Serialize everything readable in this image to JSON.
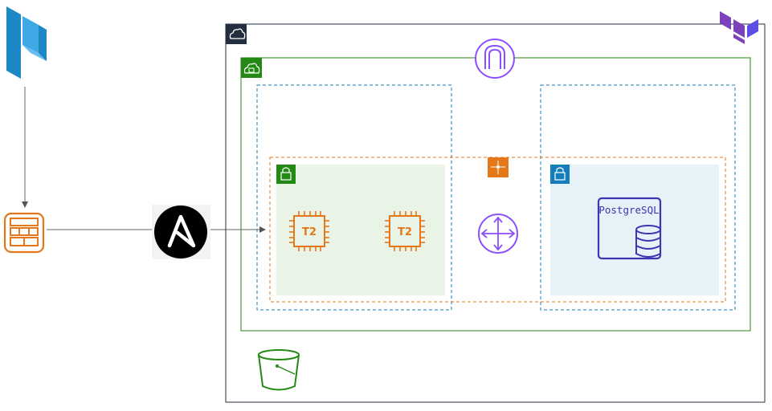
{
  "diagram": {
    "nodes": [
      {
        "id": "packer",
        "icon": "packer-icon"
      },
      {
        "id": "ami",
        "icon": "ami-image-icon"
      },
      {
        "id": "ansible",
        "icon": "ansible-icon"
      },
      {
        "id": "terraform",
        "icon": "terraform-icon"
      },
      {
        "id": "aws-cloud",
        "icon": "aws-cloud-icon"
      },
      {
        "id": "vpc",
        "icon": "vpc-icon"
      },
      {
        "id": "internet-gateway",
        "icon": "internet-gateway-icon"
      },
      {
        "id": "public-subnet",
        "icon": "public-subnet-lock-icon"
      },
      {
        "id": "private-subnet",
        "icon": "private-subnet-lock-icon"
      },
      {
        "id": "security-group",
        "icon": "security-group-icon"
      },
      {
        "id": "ec2-instance-1",
        "icon": "ec2-t2-chip-icon",
        "label": "T2"
      },
      {
        "id": "ec2-instance-2",
        "icon": "ec2-t2-chip-icon",
        "label": "T2"
      },
      {
        "id": "elastic-load-balancer",
        "icon": "load-balancer-icon"
      },
      {
        "id": "rds-postgresql",
        "icon": "rds-postgresql-icon",
        "label": "PostgreSQL"
      },
      {
        "id": "s3-bucket",
        "icon": "s3-bucket-icon"
      }
    ],
    "edges": [
      {
        "from": "packer",
        "to": "ami"
      },
      {
        "from": "ami",
        "to": "ansible"
      },
      {
        "from": "ansible",
        "to": "public-subnet"
      }
    ],
    "colors": {
      "packer": "#3fa9e6",
      "ami_orange": "#e3771a",
      "terraform": "#7b42bc",
      "vpc_green": "#248814",
      "subnet_blue": "#147eba",
      "security_group_orange": "#e3771a",
      "public_subnet_fill": "#e9f3e6",
      "private_subnet_fill": "#e6f2f8",
      "network_purple": "#8c4fff",
      "rds_purple": "#3b34b3",
      "edge_gray": "#666666",
      "cloud_border": "#232f3e"
    }
  }
}
